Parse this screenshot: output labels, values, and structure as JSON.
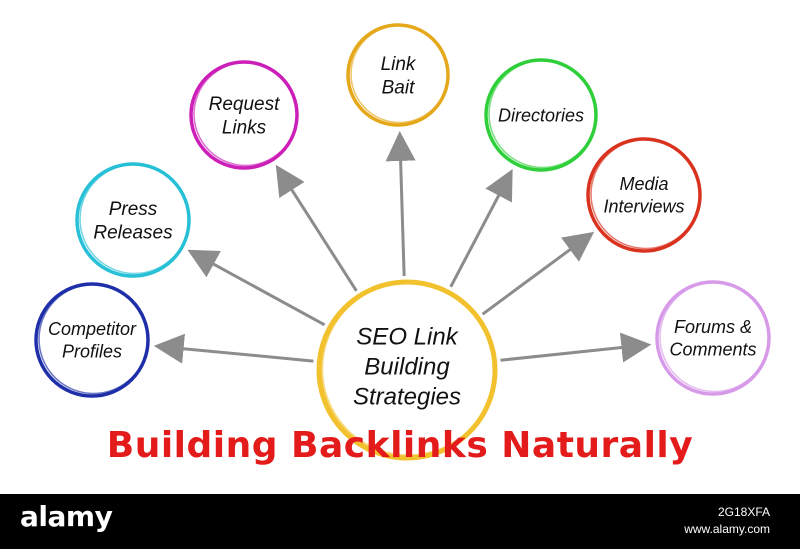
{
  "diagram": {
    "center": {
      "lines": [
        "SEO Link",
        "Building",
        "Strategies"
      ],
      "color": "#f2c12e"
    },
    "nodes": [
      {
        "id": "competitor-profiles",
        "lines": [
          "Competitor",
          "Profiles"
        ],
        "color": "#1e2fa8"
      },
      {
        "id": "press-releases",
        "lines": [
          "Press",
          "Releases"
        ],
        "color": "#27c0d6"
      },
      {
        "id": "request-links",
        "lines": [
          "Request",
          "Links"
        ],
        "color": "#cc1fb8"
      },
      {
        "id": "link-bait",
        "lines": [
          "Link",
          "Bait"
        ],
        "color": "#e5a81a"
      },
      {
        "id": "directories",
        "lines": [
          "Directories"
        ],
        "color": "#2fcf3a"
      },
      {
        "id": "media-interviews",
        "lines": [
          "Media",
          "Interviews"
        ],
        "color": "#d9321e"
      },
      {
        "id": "forums-comments",
        "lines": [
          "Forums &",
          "Comments"
        ],
        "color": "#d79ae8"
      }
    ],
    "arrow_color": "#8c8c8c"
  },
  "title": "Building Backlinks Naturally",
  "footer": {
    "logo": "alamy",
    "image_id": "2G18XFA",
    "url": "www.alamy.com"
  }
}
